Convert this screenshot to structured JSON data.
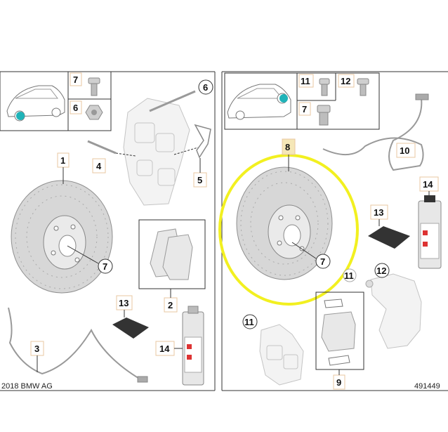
{
  "copyright": "2018 BMW AG",
  "diagram_id": "491449",
  "colors": {
    "highlight_ring": "#f2f020",
    "marker": "#1fb3b8",
    "label_border": "#e8c7a0"
  },
  "left_panel": {
    "callouts": {
      "brake_disc": "1",
      "wear_sensor_pad": "2",
      "wear_sensor_cable": "3",
      "pin": "4",
      "spring_clip": "5",
      "guide_bolt": "6",
      "disc_screw": "7",
      "hex_bolt": "7",
      "hex_nut": "6",
      "paste": "13",
      "spray": "14"
    }
  },
  "right_panel": {
    "callouts": {
      "brake_disc_highlighted": "8",
      "disc_screw": "7",
      "pad_set": "9",
      "wear_sensor": "10",
      "caliper": "11",
      "caliper_mount": "12",
      "paste": "13",
      "spray": "14",
      "bolt_a": "11",
      "bolt_b": "12",
      "nut": "7"
    }
  }
}
